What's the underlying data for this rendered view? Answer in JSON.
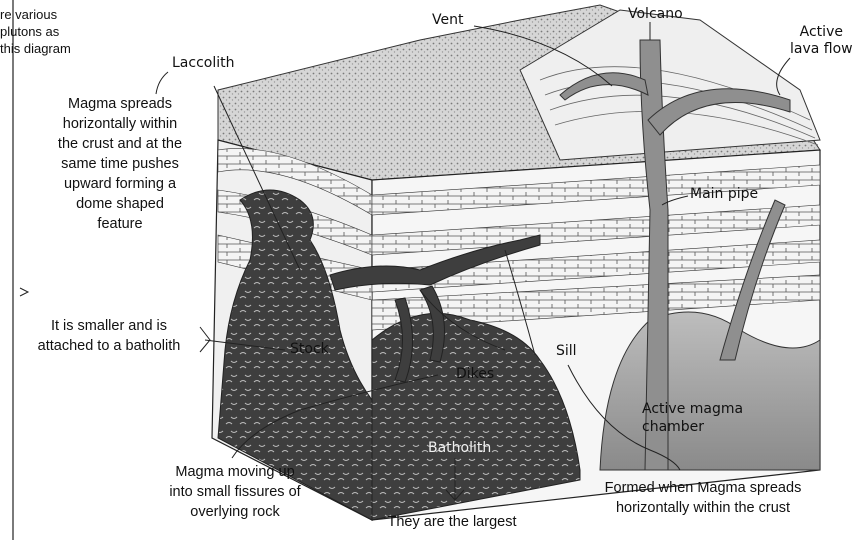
{
  "intro_note": {
    "line1": "re various",
    "line2": "plutons as",
    "line3": "this diagram"
  },
  "labels": {
    "laccolith": "Laccolith",
    "vent": "Vent",
    "volcano": "Volcano",
    "active_lava_flow_1": "Active",
    "active_lava_flow_2": "lava flow",
    "main_pipe": "Main pipe",
    "stock": "Stock",
    "dikes": "Dikes",
    "sill": "Sill",
    "batholith": "Batholith",
    "active_magma_chamber_1": "Active magma",
    "active_magma_chamber_2": "chamber"
  },
  "notes": {
    "laccolith_desc": [
      "Magma spreads",
      "horizontally within",
      "the crust and at the",
      "same time pushes",
      "upward forming a",
      "dome shaped",
      "feature"
    ],
    "stock_desc": [
      "It is smaller and is",
      "attached to a batholith"
    ],
    "dikes_desc": [
      "Magma moving up",
      "into small fissures of",
      "overlying rock"
    ],
    "batholith_desc": "They are the largest",
    "sill_desc": [
      "Formed when Magma spreads",
      "horizontally within the crust"
    ]
  },
  "colors": {
    "magma": "#4a4a4a",
    "strata_light": "#f2f2f2",
    "strata_dark": "#c9c9c9",
    "chamber": "#8c8c8c",
    "surface": "#d8d8d8"
  }
}
